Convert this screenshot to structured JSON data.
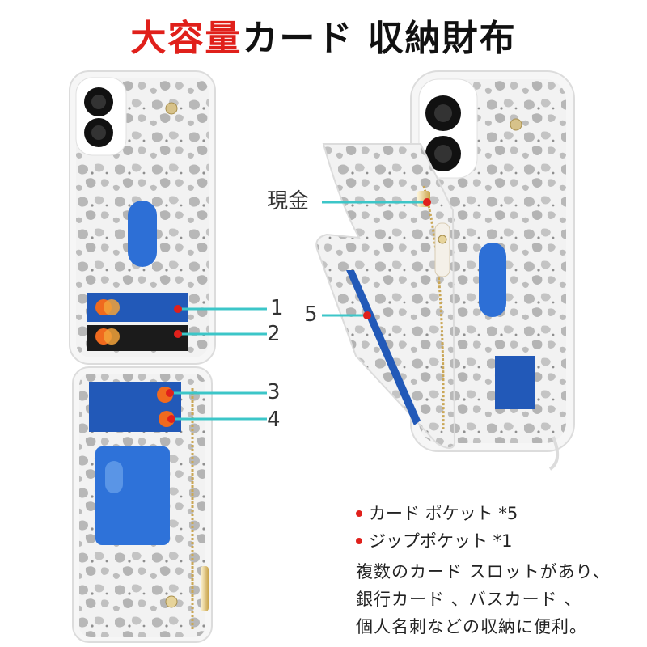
{
  "title": {
    "red": "大容量",
    "black": "カード 収納財布"
  },
  "callouts": {
    "cash": "現金",
    "n1": "1",
    "n2": "2",
    "n3": "3",
    "n4": "4",
    "n5": "5"
  },
  "bullets": [
    {
      "text": "カード ポケット *5"
    },
    {
      "text": "ジップポケット *1"
    }
  ],
  "description": [
    "複数のカード スロットがあり、",
    "銀行カード 、バスカード 、",
    "個人名刺などの収納に便利。"
  ],
  "colors": {
    "accent": "#e0201b",
    "line": "#3cc6c8",
    "card_blue": "#1e5fc0"
  }
}
